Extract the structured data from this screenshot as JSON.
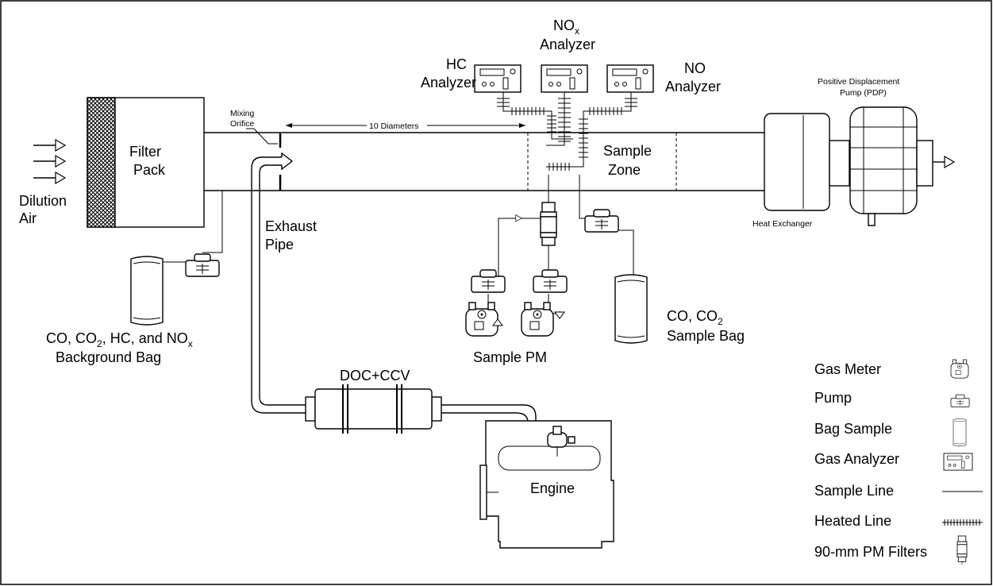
{
  "labels": {
    "filter_pack_1": "Filter",
    "filter_pack_2": "Pack",
    "dilution_air_1": "Dilution",
    "dilution_air_2": "Air",
    "mixing_orifice_1": "Mixing",
    "mixing_orifice_2": "Orifice",
    "ten_diameters": "10 Diameters",
    "exhaust_pipe_1": "Exhaust",
    "exhaust_pipe_2": "Pipe",
    "hc_analyzer_1": "HC",
    "hc_analyzer_2": "Analyzer",
    "nox_analyzer_base": "NO",
    "nox_analyzer_sub": "x",
    "nox_analyzer_2": "Analyzer",
    "no_analyzer_1": "NO",
    "no_analyzer_2": "Analyzer",
    "sample_zone_1": "Sample",
    "sample_zone_2": "Zone",
    "pdp_1": "Positive Displacement",
    "pdp_2": "Pump (PDP)",
    "heat_exchanger": "Heat Exchanger",
    "background_bag_1a": "CO, CO",
    "background_bag_1b": "2",
    "background_bag_1c": ", HC, and NO",
    "background_bag_1d": "x",
    "background_bag_2": "Background Bag",
    "sample_pm": "Sample PM",
    "sample_bag_1a": "CO, CO",
    "sample_bag_1b": "2",
    "sample_bag_2": "Sample Bag",
    "doc_ccv": "DOC+CCV",
    "engine": "Engine"
  },
  "legend": [
    {
      "label": "Gas Meter",
      "icon": "gas-meter-icon"
    },
    {
      "label": "Pump",
      "icon": "pump-icon"
    },
    {
      "label": "Bag Sample",
      "icon": "bag-sample-icon"
    },
    {
      "label": "Gas Analyzer",
      "icon": "gas-analyzer-icon"
    },
    {
      "label": "Sample Line",
      "icon": "sample-line-icon"
    },
    {
      "label": "Heated Line",
      "icon": "heated-line-icon"
    },
    {
      "label": "90-mm PM Filters",
      "icon": "pm-filter-icon"
    }
  ]
}
